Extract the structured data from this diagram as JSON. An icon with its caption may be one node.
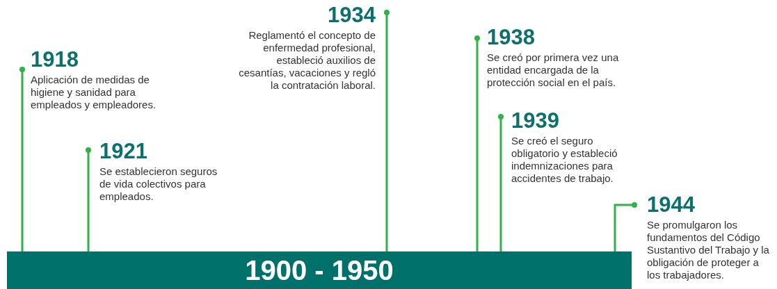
{
  "diagram": {
    "nodes": [
      {
        "text": [
          "1918",
          "Aplicación de medidas de higiene y sanidad para empleados y empleadores."
        ]
      },
      {
        "text": [
          "1921",
          "Se establecieron seguros de vida colectivos para empleados."
        ]
      },
      {
        "text": [
          "1934",
          "Reglamentó el concepto de enfermedad profesional, estableció auxilios de cesantías, vacaciones y regló la contratación laboral."
        ]
      },
      {
        "text": [
          "1938",
          "Se creó por primera vez una entidad encargada de la protección social en el país."
        ]
      },
      {
        "text": [
          "1939",
          "Se creó el seguro obligatorio y estableció indemnizaciones para accidentes de trabajo."
        ]
      },
      {
        "text": [
          "1944",
          "Se promulgaron los fundamentos del Código Sustantivo del Trabajo y la obligación de proteger a los trabajadores."
        ]
      },
      {
        "text": [
          "1900 - 1950"
        ]
      }
    ],
    "edges": [
      {
        "from": 0,
        "to": 6,
        "arrow": "other"
      },
      {
        "from": 1,
        "to": 6,
        "arrow": "other"
      },
      {
        "from": 2,
        "to": 6,
        "arrow": "other"
      },
      {
        "from": 3,
        "to": 6,
        "arrow": "other"
      },
      {
        "from": 4,
        "to": 6,
        "arrow": "other"
      },
      {
        "from": 5,
        "to": 6,
        "arrow": "other"
      }
    ]
  }
}
